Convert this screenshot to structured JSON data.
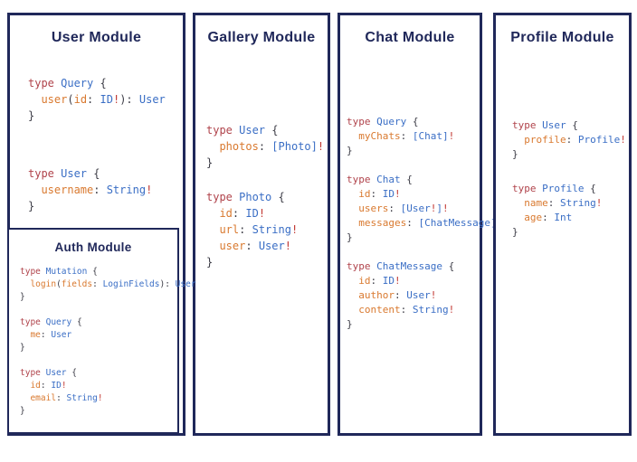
{
  "colors": {
    "border": "#20285a",
    "title": "#20285a",
    "keyword": "#b0434b",
    "type_name": "#3a6ec5",
    "field": "#d9792f",
    "punctuation": "#3c3c46",
    "bang": "#c23934"
  },
  "panels": [
    {
      "title": "User Module",
      "blocks": [
        [
          [
            [
              "type ",
              "k"
            ],
            [
              "Query",
              "t"
            ],
            [
              " {",
              "p"
            ]
          ],
          [
            [
              "  ",
              "p"
            ],
            [
              "user",
              "f"
            ],
            [
              "(",
              "p"
            ],
            [
              "id",
              "f"
            ],
            [
              ": ",
              "p"
            ],
            [
              "ID",
              "t"
            ],
            [
              "!",
              "b"
            ],
            [
              "): ",
              "p"
            ],
            [
              "User",
              "t"
            ]
          ],
          [
            [
              "}",
              "p"
            ]
          ]
        ],
        [
          [
            [
              "type ",
              "k"
            ],
            [
              "User",
              "t"
            ],
            [
              " {",
              "p"
            ]
          ],
          [
            [
              "  ",
              "p"
            ],
            [
              "username",
              "f"
            ],
            [
              ": ",
              "p"
            ],
            [
              "String",
              "t"
            ],
            [
              "!",
              "b"
            ]
          ],
          [
            [
              "}",
              "p"
            ]
          ]
        ]
      ],
      "nested": {
        "title": "Auth Module",
        "blocks": [
          [
            [
              [
                "type ",
                "k"
              ],
              [
                "Mutation",
                "t"
              ],
              [
                " {",
                "p"
              ]
            ],
            [
              [
                "  ",
                "p"
              ],
              [
                "login",
                "f"
              ],
              [
                "(",
                "p"
              ],
              [
                "fields",
                "f"
              ],
              [
                ": ",
                "p"
              ],
              [
                "LoginFields",
                "t"
              ],
              [
                "): ",
                "p"
              ],
              [
                "User",
                "t"
              ]
            ],
            [
              [
                "}",
                "p"
              ]
            ]
          ],
          [
            [
              [
                "type ",
                "k"
              ],
              [
                "Query",
                "t"
              ],
              [
                " {",
                "p"
              ]
            ],
            [
              [
                "  ",
                "p"
              ],
              [
                "me",
                "f"
              ],
              [
                ": ",
                "p"
              ],
              [
                "User",
                "t"
              ]
            ],
            [
              [
                "}",
                "p"
              ]
            ]
          ],
          [
            [
              [
                "type ",
                "k"
              ],
              [
                "User",
                "t"
              ],
              [
                " {",
                "p"
              ]
            ],
            [
              [
                "  ",
                "p"
              ],
              [
                "id",
                "f"
              ],
              [
                ": ",
                "p"
              ],
              [
                "ID",
                "t"
              ],
              [
                "!",
                "b"
              ]
            ],
            [
              [
                "  ",
                "p"
              ],
              [
                "email",
                "f"
              ],
              [
                ": ",
                "p"
              ],
              [
                "String",
                "t"
              ],
              [
                "!",
                "b"
              ]
            ],
            [
              [
                "}",
                "p"
              ]
            ]
          ]
        ]
      }
    },
    {
      "title": "Gallery Module",
      "blocks": [
        [
          [
            [
              "type ",
              "k"
            ],
            [
              "User",
              "t"
            ],
            [
              " {",
              "p"
            ]
          ],
          [
            [
              "  ",
              "p"
            ],
            [
              "photos",
              "f"
            ],
            [
              ": ",
              "p"
            ],
            [
              "[Photo]",
              "t"
            ],
            [
              "!",
              "b"
            ]
          ],
          [
            [
              "}",
              "p"
            ]
          ]
        ],
        [
          [
            [
              "type ",
              "k"
            ],
            [
              "Photo",
              "t"
            ],
            [
              " {",
              "p"
            ]
          ],
          [
            [
              "  ",
              "p"
            ],
            [
              "id",
              "f"
            ],
            [
              ": ",
              "p"
            ],
            [
              "ID",
              "t"
            ],
            [
              "!",
              "b"
            ]
          ],
          [
            [
              "  ",
              "p"
            ],
            [
              "url",
              "f"
            ],
            [
              ": ",
              "p"
            ],
            [
              "String",
              "t"
            ],
            [
              "!",
              "b"
            ]
          ],
          [
            [
              "  ",
              "p"
            ],
            [
              "user",
              "f"
            ],
            [
              ": ",
              "p"
            ],
            [
              "User",
              "t"
            ],
            [
              "!",
              "b"
            ]
          ],
          [
            [
              "}",
              "p"
            ]
          ]
        ]
      ]
    },
    {
      "title": "Chat Module",
      "blocks": [
        [
          [
            [
              "type ",
              "k"
            ],
            [
              "Query",
              "t"
            ],
            [
              " {",
              "p"
            ]
          ],
          [
            [
              "  ",
              "p"
            ],
            [
              "myChats",
              "f"
            ],
            [
              ": ",
              "p"
            ],
            [
              "[Chat]",
              "t"
            ],
            [
              "!",
              "b"
            ]
          ],
          [
            [
              "}",
              "p"
            ]
          ]
        ],
        [
          [
            [
              "type ",
              "k"
            ],
            [
              "Chat",
              "t"
            ],
            [
              " {",
              "p"
            ]
          ],
          [
            [
              "  ",
              "p"
            ],
            [
              "id",
              "f"
            ],
            [
              ": ",
              "p"
            ],
            [
              "ID",
              "t"
            ],
            [
              "!",
              "b"
            ]
          ],
          [
            [
              "  ",
              "p"
            ],
            [
              "users",
              "f"
            ],
            [
              ": ",
              "p"
            ],
            [
              "[User",
              "t"
            ],
            [
              "!",
              "b"
            ],
            [
              "]",
              "t"
            ],
            [
              "!",
              "b"
            ]
          ],
          [
            [
              "  ",
              "p"
            ],
            [
              "messages",
              "f"
            ],
            [
              ": ",
              "p"
            ],
            [
              "[ChatMessage]",
              "t"
            ],
            [
              "!",
              "b"
            ]
          ],
          [
            [
              "}",
              "p"
            ]
          ]
        ],
        [
          [
            [
              "type ",
              "k"
            ],
            [
              "ChatMessage",
              "t"
            ],
            [
              " {",
              "p"
            ]
          ],
          [
            [
              "  ",
              "p"
            ],
            [
              "id",
              "f"
            ],
            [
              ": ",
              "p"
            ],
            [
              "ID",
              "t"
            ],
            [
              "!",
              "b"
            ]
          ],
          [
            [
              "  ",
              "p"
            ],
            [
              "author",
              "f"
            ],
            [
              ": ",
              "p"
            ],
            [
              "User",
              "t"
            ],
            [
              "!",
              "b"
            ]
          ],
          [
            [
              "  ",
              "p"
            ],
            [
              "content",
              "f"
            ],
            [
              ": ",
              "p"
            ],
            [
              "String",
              "t"
            ],
            [
              "!",
              "b"
            ]
          ],
          [
            [
              "}",
              "p"
            ]
          ]
        ]
      ]
    },
    {
      "title": "Profile Module",
      "blocks": [
        [
          [
            [
              "type ",
              "k"
            ],
            [
              "User",
              "t"
            ],
            [
              " {",
              "p"
            ]
          ],
          [
            [
              "  ",
              "p"
            ],
            [
              "profile",
              "f"
            ],
            [
              ": ",
              "p"
            ],
            [
              "Profile",
              "t"
            ],
            [
              "!",
              "b"
            ]
          ],
          [
            [
              "}",
              "p"
            ]
          ]
        ],
        [
          [
            [
              "type ",
              "k"
            ],
            [
              "Profile",
              "t"
            ],
            [
              " {",
              "p"
            ]
          ],
          [
            [
              "  ",
              "p"
            ],
            [
              "name",
              "f"
            ],
            [
              ": ",
              "p"
            ],
            [
              "String",
              "t"
            ],
            [
              "!",
              "b"
            ]
          ],
          [
            [
              "  ",
              "p"
            ],
            [
              "age",
              "f"
            ],
            [
              ": ",
              "p"
            ],
            [
              "Int",
              "t"
            ]
          ],
          [
            [
              "}",
              "p"
            ]
          ]
        ]
      ]
    }
  ]
}
